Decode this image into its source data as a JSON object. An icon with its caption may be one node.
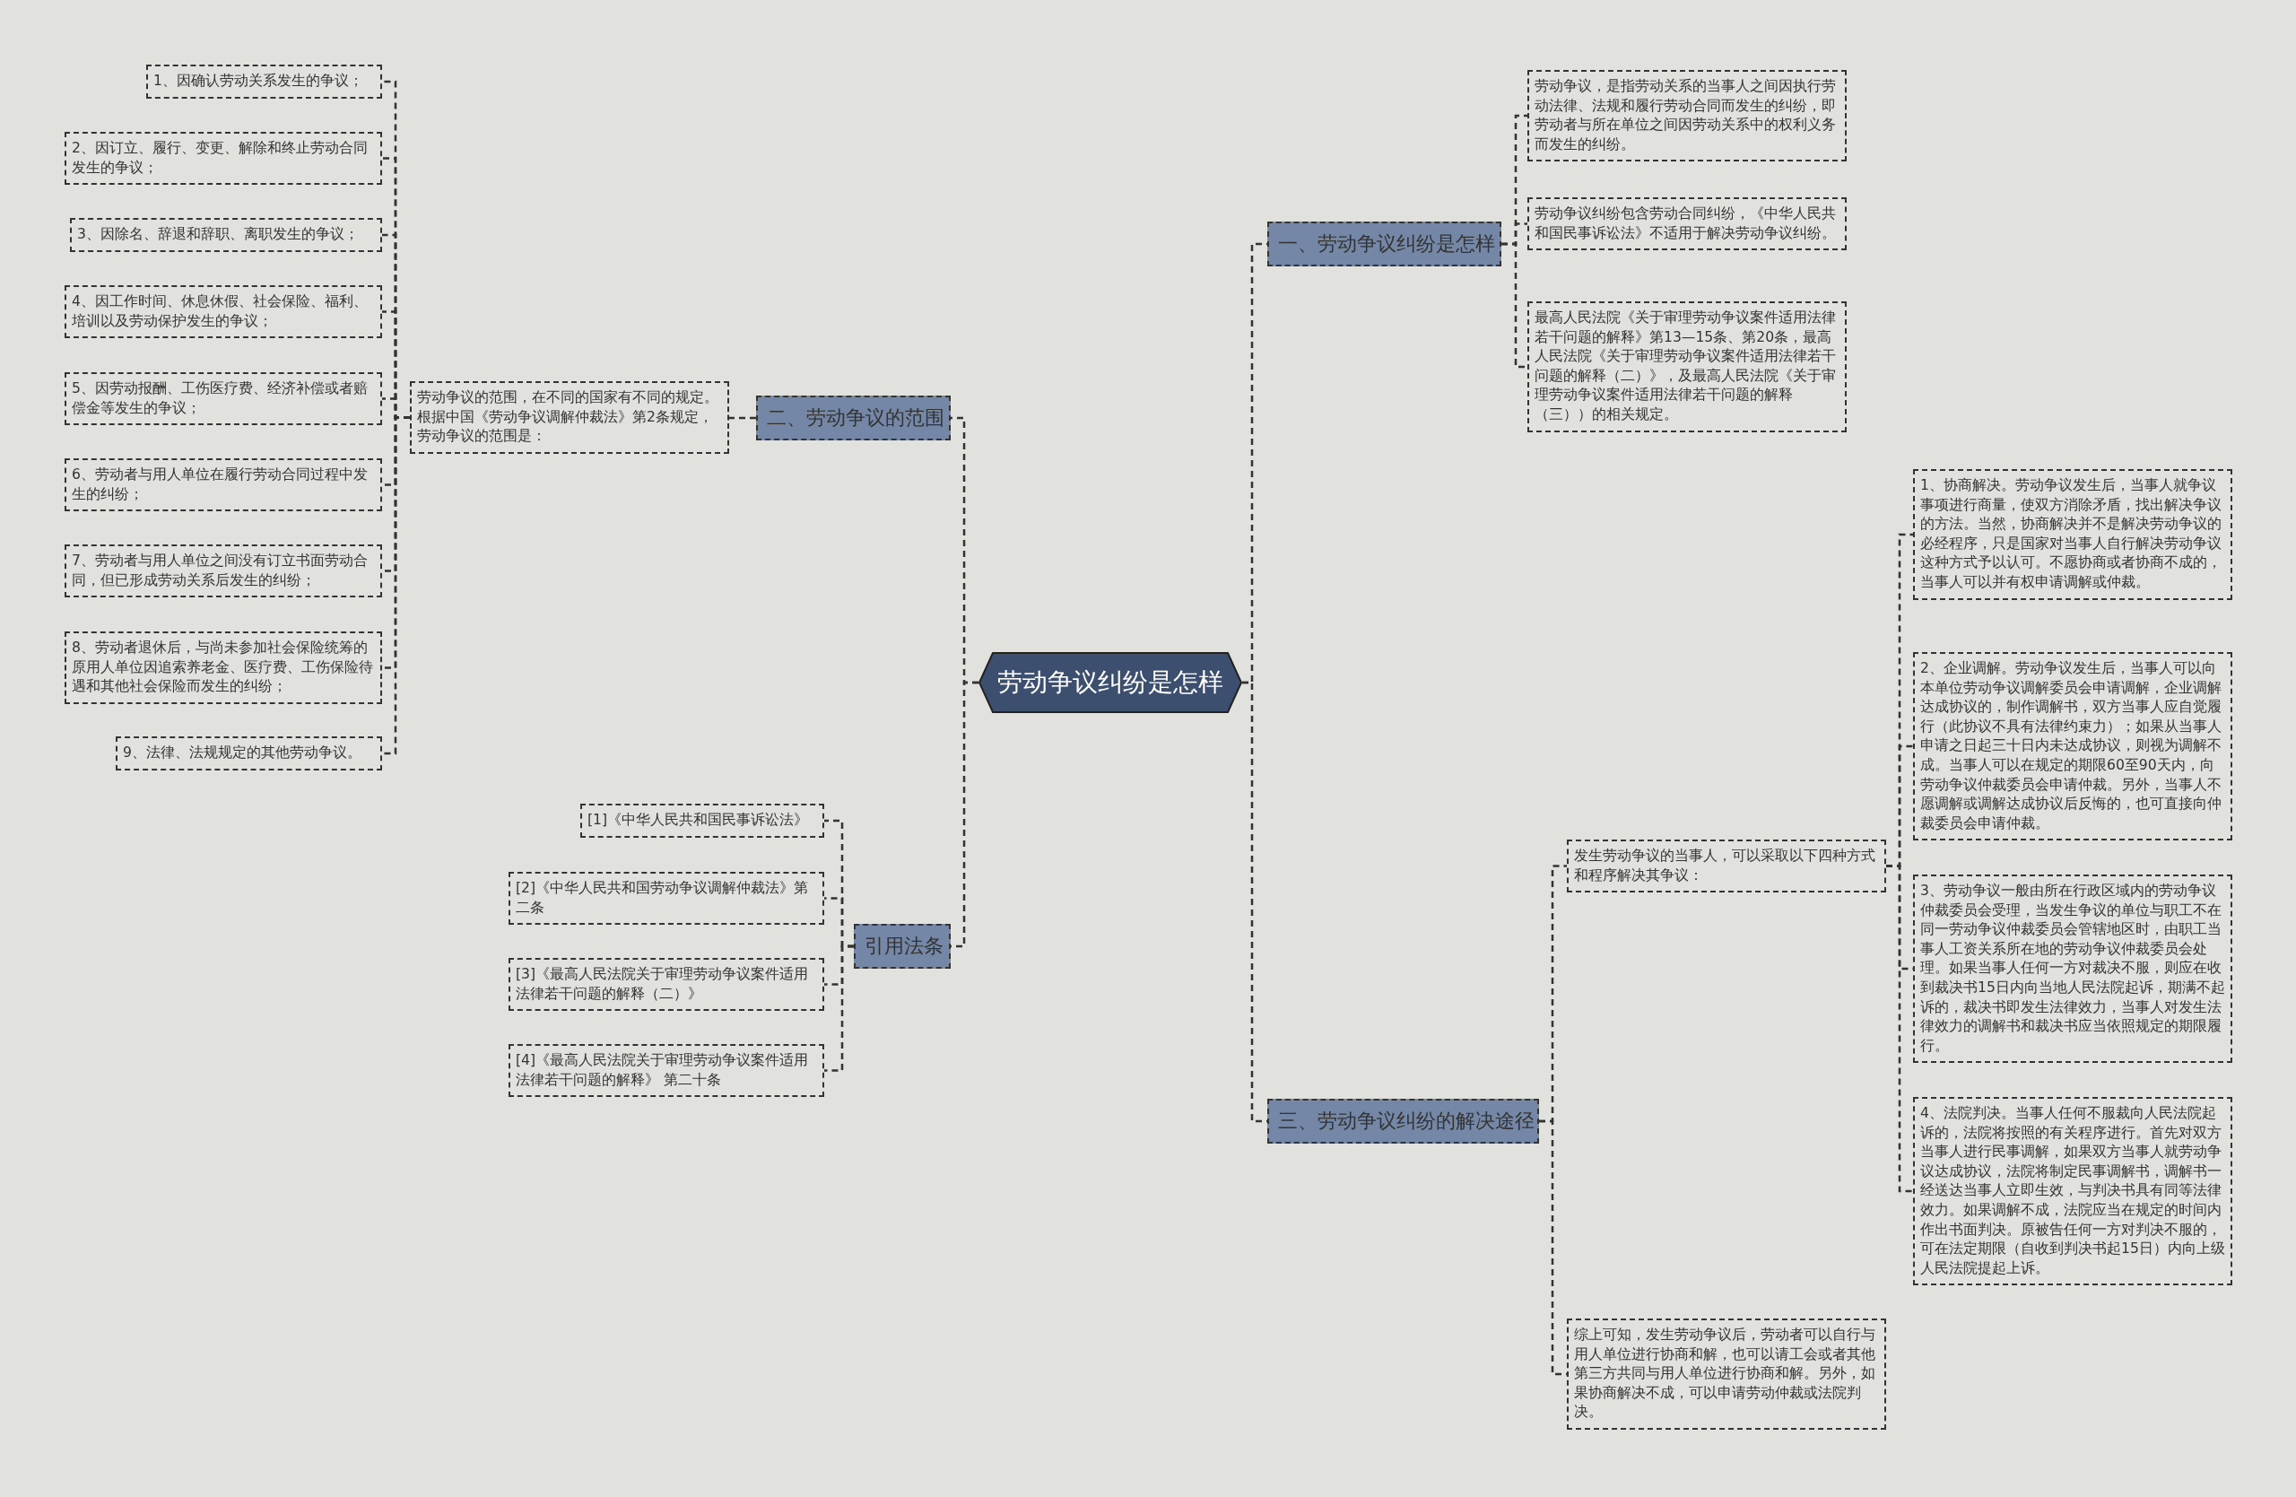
{
  "diagram": {
    "nodes": [
      {
        "text": [
          "劳动争议纠纷是怎样"
        ]
      },
      {
        "text": [
          "一、劳动争议纠纷是怎样"
        ]
      },
      {
        "text": [
          "劳动争议，是指劳动关系的当事人之间因执行劳动法律、法规和履行劳动合同而发生的纠纷，即劳动者与所在单位之间因劳动关系中的权利义务而发生的纠纷。"
        ]
      },
      {
        "text": [
          "劳动争议纠纷包含劳动合同纠纷，《中华人民共和国民事诉讼法》不适用于解决劳动争议纠纷。"
        ]
      },
      {
        "text": [
          "最高人民法院《关于审理劳动争议案件适用法律若干问题的解释》第13—15条、第20条，最高人民法院《关于审理劳动争议案件适用法律若干问题的解释（二）》，及最高人民法院《关于审理劳动争议案件适用法律若干问题的解释（三））的相关规定。"
        ]
      },
      {
        "text": [
          "二、劳动争议的范围"
        ]
      },
      {
        "text": [
          "劳动争议的范围，在不同的国家有不同的规定。根据中国《劳动争议调解仲裁法》第2条规定，劳动争议的范围是："
        ]
      },
      {
        "text": [
          "1、因确认劳动关系发生的争议；"
        ]
      },
      {
        "text": [
          "2、因订立、履行、变更、解除和终止劳动合同发生的争议；"
        ]
      },
      {
        "text": [
          "3、因除名、辞退和辞职、离职发生的争议；"
        ]
      },
      {
        "text": [
          "4、因工作时间、休息休假、社会保险、福利、培训以及劳动保护发生的争议；"
        ]
      },
      {
        "text": [
          "5、因劳动报酬、工伤医疗费、经济补偿或者赔偿金等发生的争议；"
        ]
      },
      {
        "text": [
          "6、劳动者与用人单位在履行劳动合同过程中发生的纠纷；"
        ]
      },
      {
        "text": [
          "7、劳动者与用人单位之间没有订立书面劳动合同，但已形成劳动关系后发生的纠纷；"
        ]
      },
      {
        "text": [
          "8、劳动者退休后，与尚未参加社会保险统筹的原用人单位因追索养老金、医疗费、工伤保险待遇和其他社会保险而发生的纠纷；"
        ]
      },
      {
        "text": [
          "9、法律、法规规定的其他劳动争议。"
        ]
      },
      {
        "text": [
          "引用法条"
        ]
      },
      {
        "text": [
          "[1]《中华人民共和国民事诉讼法》"
        ]
      },
      {
        "text": [
          "[2]《中华人民共和国劳动争议调解仲裁法》第二条"
        ]
      },
      {
        "text": [
          "[3]《最高人民法院关于审理劳动争议案件适用法律若干问题的解释（二）》"
        ]
      },
      {
        "text": [
          "[4]《最高人民法院关于审理劳动争议案件适用法律若干问题的解释》 第二十条"
        ]
      },
      {
        "text": [
          "三、劳动争议纠纷的解决途径"
        ]
      },
      {
        "text": [
          "发生劳动争议的当事人，可以采取以下四种方式和程序解决其争议："
        ]
      },
      {
        "text": [
          "1、协商解决。劳动争议发生后，当事人就争议事项进行商量，使双方消除矛盾，找出解决争议的方法。当然，协商解决并不是解决劳动争议的必经程序，只是国家对当事人自行解决劳动争议这种方式予以认可。不愿协商或者协商不成的，当事人可以并有权申请调解或仲裁。"
        ]
      },
      {
        "text": [
          "2、企业调解。劳动争议发生后，当事人可以向本单位劳动争议调解委员会申请调解，企业调解达成协议的，制作调解书，双方当事人应自觉履行（此协议不具有法律约束力）；如果从当事人申请之日起三十日内未达成协议，则视为调解不成。当事人可以在规定的期限60至90天内，向劳动争议仲裁委员会申请仲裁。另外，当事人不愿调解或调解达成协议后反悔的，也可直接向仲裁委员会申请仲裁。"
        ]
      },
      {
        "text": [
          "3、劳动争议一般由所在行政区域内的劳动争议仲裁委员会受理，当发生争议的单位与职工不在同一劳动争议仲裁委员会管辖地区时，由职工当事人工资关系所在地的劳动争议仲裁委员会处理。如果当事人任何一方对裁决不服，则应在收到裁决书15日内向当地人民法院起诉，期满不起诉的，裁决书即发生法律效力，当事人对发生法律效力的调解书和裁决书应当依照规定的期限履行。"
        ]
      },
      {
        "text": [
          "4、法院判决。当事人任何不服裁向人民法院起诉的，法院将按照的有关程序进行。首先对双方当事人进行民事调解，如果双方当事人就劳动争议达成协议，法院将制定民事调解书，调解书一经送达当事人立即生效，与判决书具有同等法律效力。如果调解不成，法院应当在规定的时间内作出书面判决。原被告任何一方对判决不服的，可在法定期限（自收到判决书起15日）内向上级人民法院提起上诉。"
        ]
      },
      {
        "text": [
          "综上可知，发生劳动争议后，劳动者可以自行与用人单位进行协商和解，也可以请工会或者其他第三方共同与用人单位进行协商和解。另外，如果协商解决不成，可以申请劳动仲裁或法院判决。"
        ]
      }
    ],
    "edges": [
      {
        "from": 0,
        "to": 1,
        "arrow": "none"
      },
      {
        "from": 0,
        "to": 5,
        "arrow": "none"
      },
      {
        "from": 0,
        "to": 16,
        "arrow": "none"
      },
      {
        "from": 0,
        "to": 21,
        "arrow": "none"
      },
      {
        "from": 1,
        "to": 2,
        "arrow": "none"
      },
      {
        "from": 1,
        "to": 3,
        "arrow": "none"
      },
      {
        "from": 1,
        "to": 4,
        "arrow": "none"
      },
      {
        "from": 5,
        "to": 6,
        "arrow": "none"
      },
      {
        "from": 6,
        "to": 7,
        "arrow": "none"
      },
      {
        "from": 6,
        "to": 8,
        "arrow": "none"
      },
      {
        "from": 6,
        "to": 9,
        "arrow": "none"
      },
      {
        "from": 6,
        "to": 10,
        "arrow": "none"
      },
      {
        "from": 6,
        "to": 11,
        "arrow": "none"
      },
      {
        "from": 6,
        "to": 12,
        "arrow": "none"
      },
      {
        "from": 6,
        "to": 13,
        "arrow": "none"
      },
      {
        "from": 6,
        "to": 14,
        "arrow": "none"
      },
      {
        "from": 6,
        "to": 15,
        "arrow": "none"
      },
      {
        "from": 16,
        "to": 17,
        "arrow": "none"
      },
      {
        "from": 16,
        "to": 18,
        "arrow": "none"
      },
      {
        "from": 16,
        "to": 19,
        "arrow": "none"
      },
      {
        "from": 16,
        "to": 20,
        "arrow": "none"
      },
      {
        "from": 21,
        "to": 22,
        "arrow": "none"
      },
      {
        "from": 21,
        "to": 27,
        "arrow": "none"
      },
      {
        "from": 22,
        "to": 23,
        "arrow": "none"
      },
      {
        "from": 22,
        "to": 24,
        "arrow": "none"
      },
      {
        "from": 22,
        "to": 25,
        "arrow": "none"
      },
      {
        "from": 22,
        "to": 26,
        "arrow": "none"
      }
    ]
  }
}
